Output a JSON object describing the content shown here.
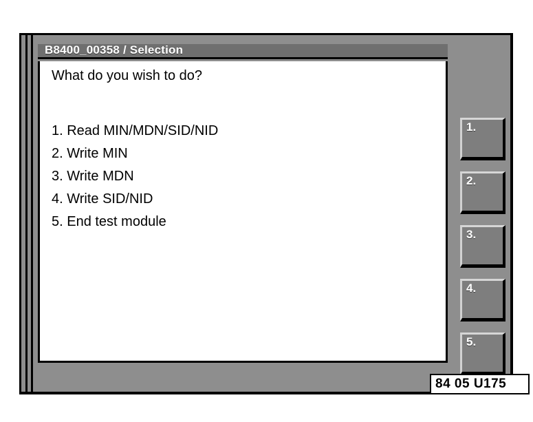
{
  "screen": {
    "title": "B8400_00358 / Selection",
    "prompt": "What do you wish to do?",
    "menu_items": [
      {
        "label": "1. Read MIN/MDN/SID/NID"
      },
      {
        "label": "2. Write MIN"
      },
      {
        "label": "3. Write MDN"
      },
      {
        "label": "4. Write SID/NID"
      },
      {
        "label": "5. End test module"
      }
    ],
    "softkeys": [
      {
        "label": "1."
      },
      {
        "label": "2."
      },
      {
        "label": "3."
      },
      {
        "label": "4."
      },
      {
        "label": "5."
      }
    ],
    "status_code": "84 05 U175"
  },
  "colors": {
    "bezel": "#8e8e8e",
    "title_bar": "#6f6f6f",
    "content_background": "#ffffff",
    "button_face": "#7e7e7e",
    "text": "#000000",
    "title_text": "#ffffff"
  }
}
